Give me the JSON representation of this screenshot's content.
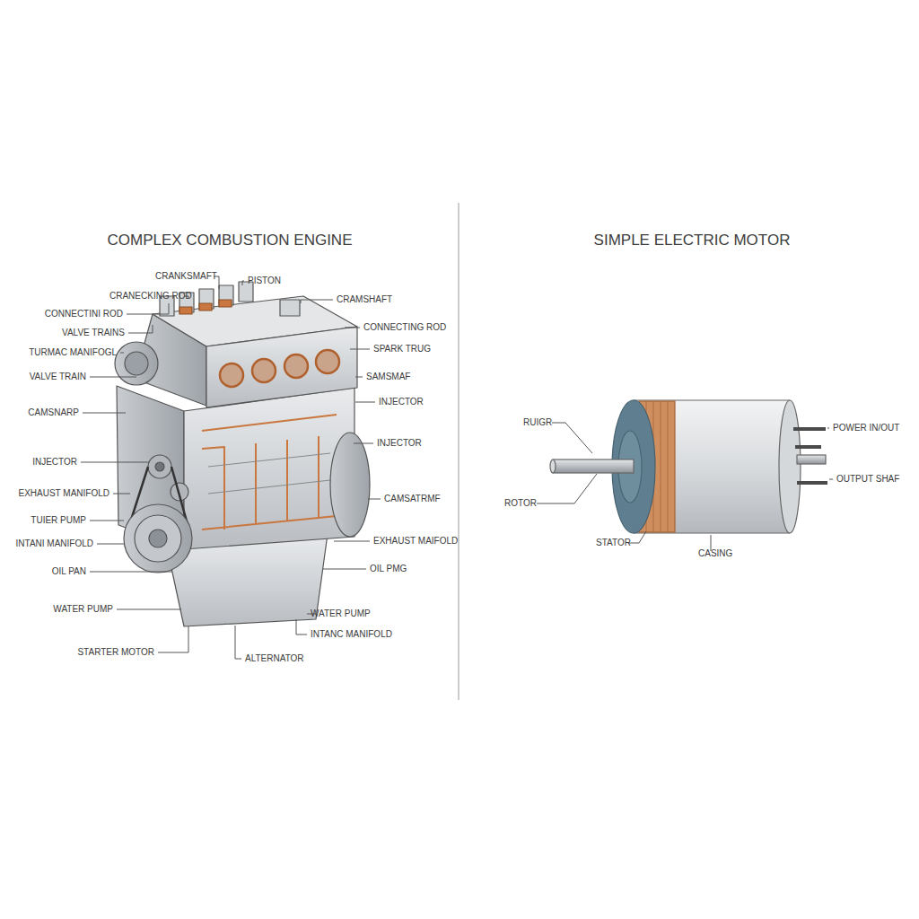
{
  "diagram": {
    "labels": [
      "COMPLEX COMBUSTION ENGINE",
      "SIMPLE ELECTRIC MOTOR",
      "CRANKSMAFT",
      "PISTON",
      "CRANECKING ROD",
      "CRAMSHAFT",
      "CONNECTINI ROD",
      "CONNECTING ROD",
      "VALVE TRAINS",
      "SPARK TRUG",
      "TURMAC MANIFOGL",
      "VALVE TRAIN",
      "SAMSMAF",
      "INJECTOR",
      "CAMSNARP",
      "RUIGR",
      "POWER IN/OUT",
      "INJECTOR",
      "INJECTOR",
      "OUTPUT SHAF",
      "EXHAUST MANIFOLD",
      "CAMSATRMF",
      "ROTOR",
      "TUIER PUMP",
      "EXHAUST MAIFOLD",
      "STATOR",
      "INTANI MANIFOLD",
      "CASING",
      "OIL PMG",
      "OIL PAN",
      "WATER PUMP",
      "WATER PUMP",
      "INTANC MANIFOLD",
      "STARTER MOTOR",
      "ALTERNATOR"
    ]
  }
}
